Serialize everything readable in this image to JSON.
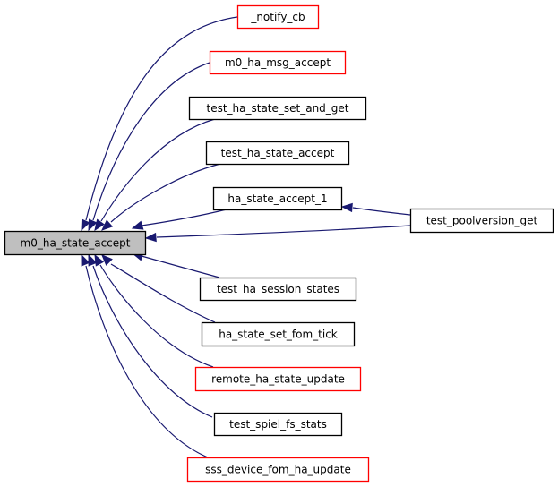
{
  "graph": {
    "type": "caller-graph",
    "root": {
      "id": "root",
      "label": "m0_ha_state_accept",
      "fill": "#bfbfbf",
      "border": "#000000"
    },
    "edge_color": "#191970",
    "nodes": [
      {
        "id": "n1",
        "label": "_notify_cb",
        "border": "#ff0000"
      },
      {
        "id": "n2",
        "label": "m0_ha_msg_accept",
        "border": "#ff0000"
      },
      {
        "id": "n3",
        "label": "test_ha_state_set_and_get",
        "border": "#000000"
      },
      {
        "id": "n4",
        "label": "test_ha_state_accept",
        "border": "#000000"
      },
      {
        "id": "n5",
        "label": "ha_state_accept_1",
        "border": "#000000"
      },
      {
        "id": "n6",
        "label": "test_poolversion_get",
        "border": "#000000"
      },
      {
        "id": "n7",
        "label": "test_ha_session_states",
        "border": "#000000"
      },
      {
        "id": "n8",
        "label": "ha_state_set_fom_tick",
        "border": "#000000"
      },
      {
        "id": "n9",
        "label": "remote_ha_state_update",
        "border": "#ff0000"
      },
      {
        "id": "n10",
        "label": "test_spiel_fs_stats",
        "border": "#000000"
      },
      {
        "id": "n11",
        "label": "sss_device_fom_ha_update",
        "border": "#ff0000"
      }
    ],
    "edges": [
      {
        "from": "n1",
        "to": "root"
      },
      {
        "from": "n2",
        "to": "root"
      },
      {
        "from": "n3",
        "to": "root"
      },
      {
        "from": "n4",
        "to": "root"
      },
      {
        "from": "n5",
        "to": "root"
      },
      {
        "from": "n6",
        "to": "root"
      },
      {
        "from": "n6",
        "to": "n5"
      },
      {
        "from": "n7",
        "to": "root"
      },
      {
        "from": "n8",
        "to": "root"
      },
      {
        "from": "n9",
        "to": "root"
      },
      {
        "from": "n10",
        "to": "root"
      },
      {
        "from": "n11",
        "to": "root"
      }
    ]
  }
}
